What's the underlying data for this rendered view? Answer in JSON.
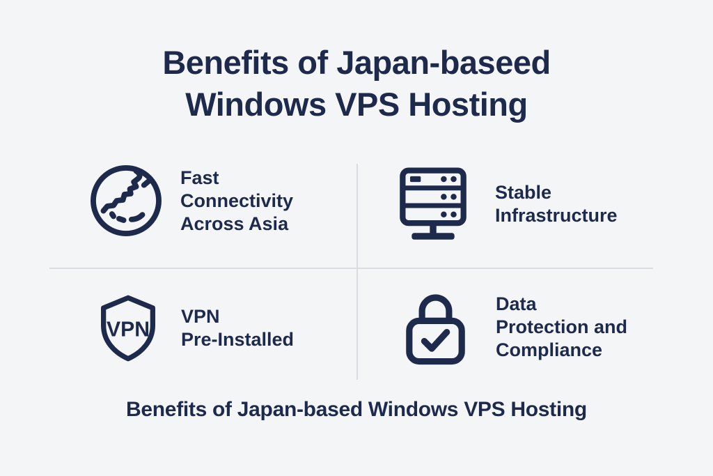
{
  "colors": {
    "background": "#f4f5f7",
    "navy": "#1e2a4c",
    "divider": "#d9dce0"
  },
  "title": {
    "line1": "Benefits of Japan-baseed",
    "line2": "Windows VPS Hosting"
  },
  "features": [
    {
      "icon": "globe-asia-icon",
      "lines": [
        "Fast",
        "Connectivity",
        "Across Asia"
      ]
    },
    {
      "icon": "server-rack-icon",
      "lines": [
        "Stable",
        "Infrastructure"
      ]
    },
    {
      "icon": "vpn-shield-icon",
      "badge_text": "VPN",
      "lines": [
        "VPN",
        "Pre-Installed"
      ]
    },
    {
      "icon": "lock-check-icon",
      "lines": [
        "Data",
        "Protection and",
        "Compliance"
      ]
    }
  ],
  "caption": "Benefits of Japan-based Windows VPS Hosting"
}
